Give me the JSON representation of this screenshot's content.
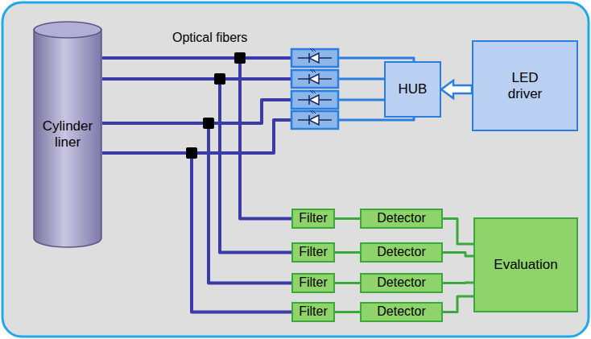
{
  "diagram": {
    "nodes": [
      {
        "text": [
          "Cylinder liner"
        ]
      },
      {
        "text": [
          "HUB"
        ]
      },
      {
        "text": [
          "LED driver"
        ]
      },
      {
        "text": [
          "Filter"
        ]
      },
      {
        "text": [
          "Detector"
        ]
      },
      {
        "text": [
          "Filter"
        ]
      },
      {
        "text": [
          "Detector"
        ]
      },
      {
        "text": [
          "Filter"
        ]
      },
      {
        "text": [
          "Detector"
        ]
      },
      {
        "text": [
          "Filter"
        ]
      },
      {
        "text": [
          "Detector"
        ]
      },
      {
        "text": [
          "Evaluation"
        ]
      }
    ],
    "edges": [
      {
        "from": 2,
        "to": 1,
        "arrow": "to"
      },
      {
        "from": 0,
        "to": 3,
        "arrow": "none"
      },
      {
        "from": 0,
        "to": 5,
        "arrow": "none"
      },
      {
        "from": 0,
        "to": 7,
        "arrow": "none"
      },
      {
        "from": 0,
        "to": 9,
        "arrow": "none"
      },
      {
        "from": 3,
        "to": 4,
        "arrow": "none"
      },
      {
        "from": 5,
        "to": 6,
        "arrow": "none"
      },
      {
        "from": 7,
        "to": 8,
        "arrow": "none"
      },
      {
        "from": 9,
        "to": 10,
        "arrow": "none"
      },
      {
        "from": 4,
        "to": 11,
        "arrow": "none"
      },
      {
        "from": 6,
        "to": 11,
        "arrow": "none"
      },
      {
        "from": 8,
        "to": 11,
        "arrow": "none"
      },
      {
        "from": 10,
        "to": 11,
        "arrow": "none"
      }
    ],
    "labels": [
      "Optical fibers"
    ]
  }
}
